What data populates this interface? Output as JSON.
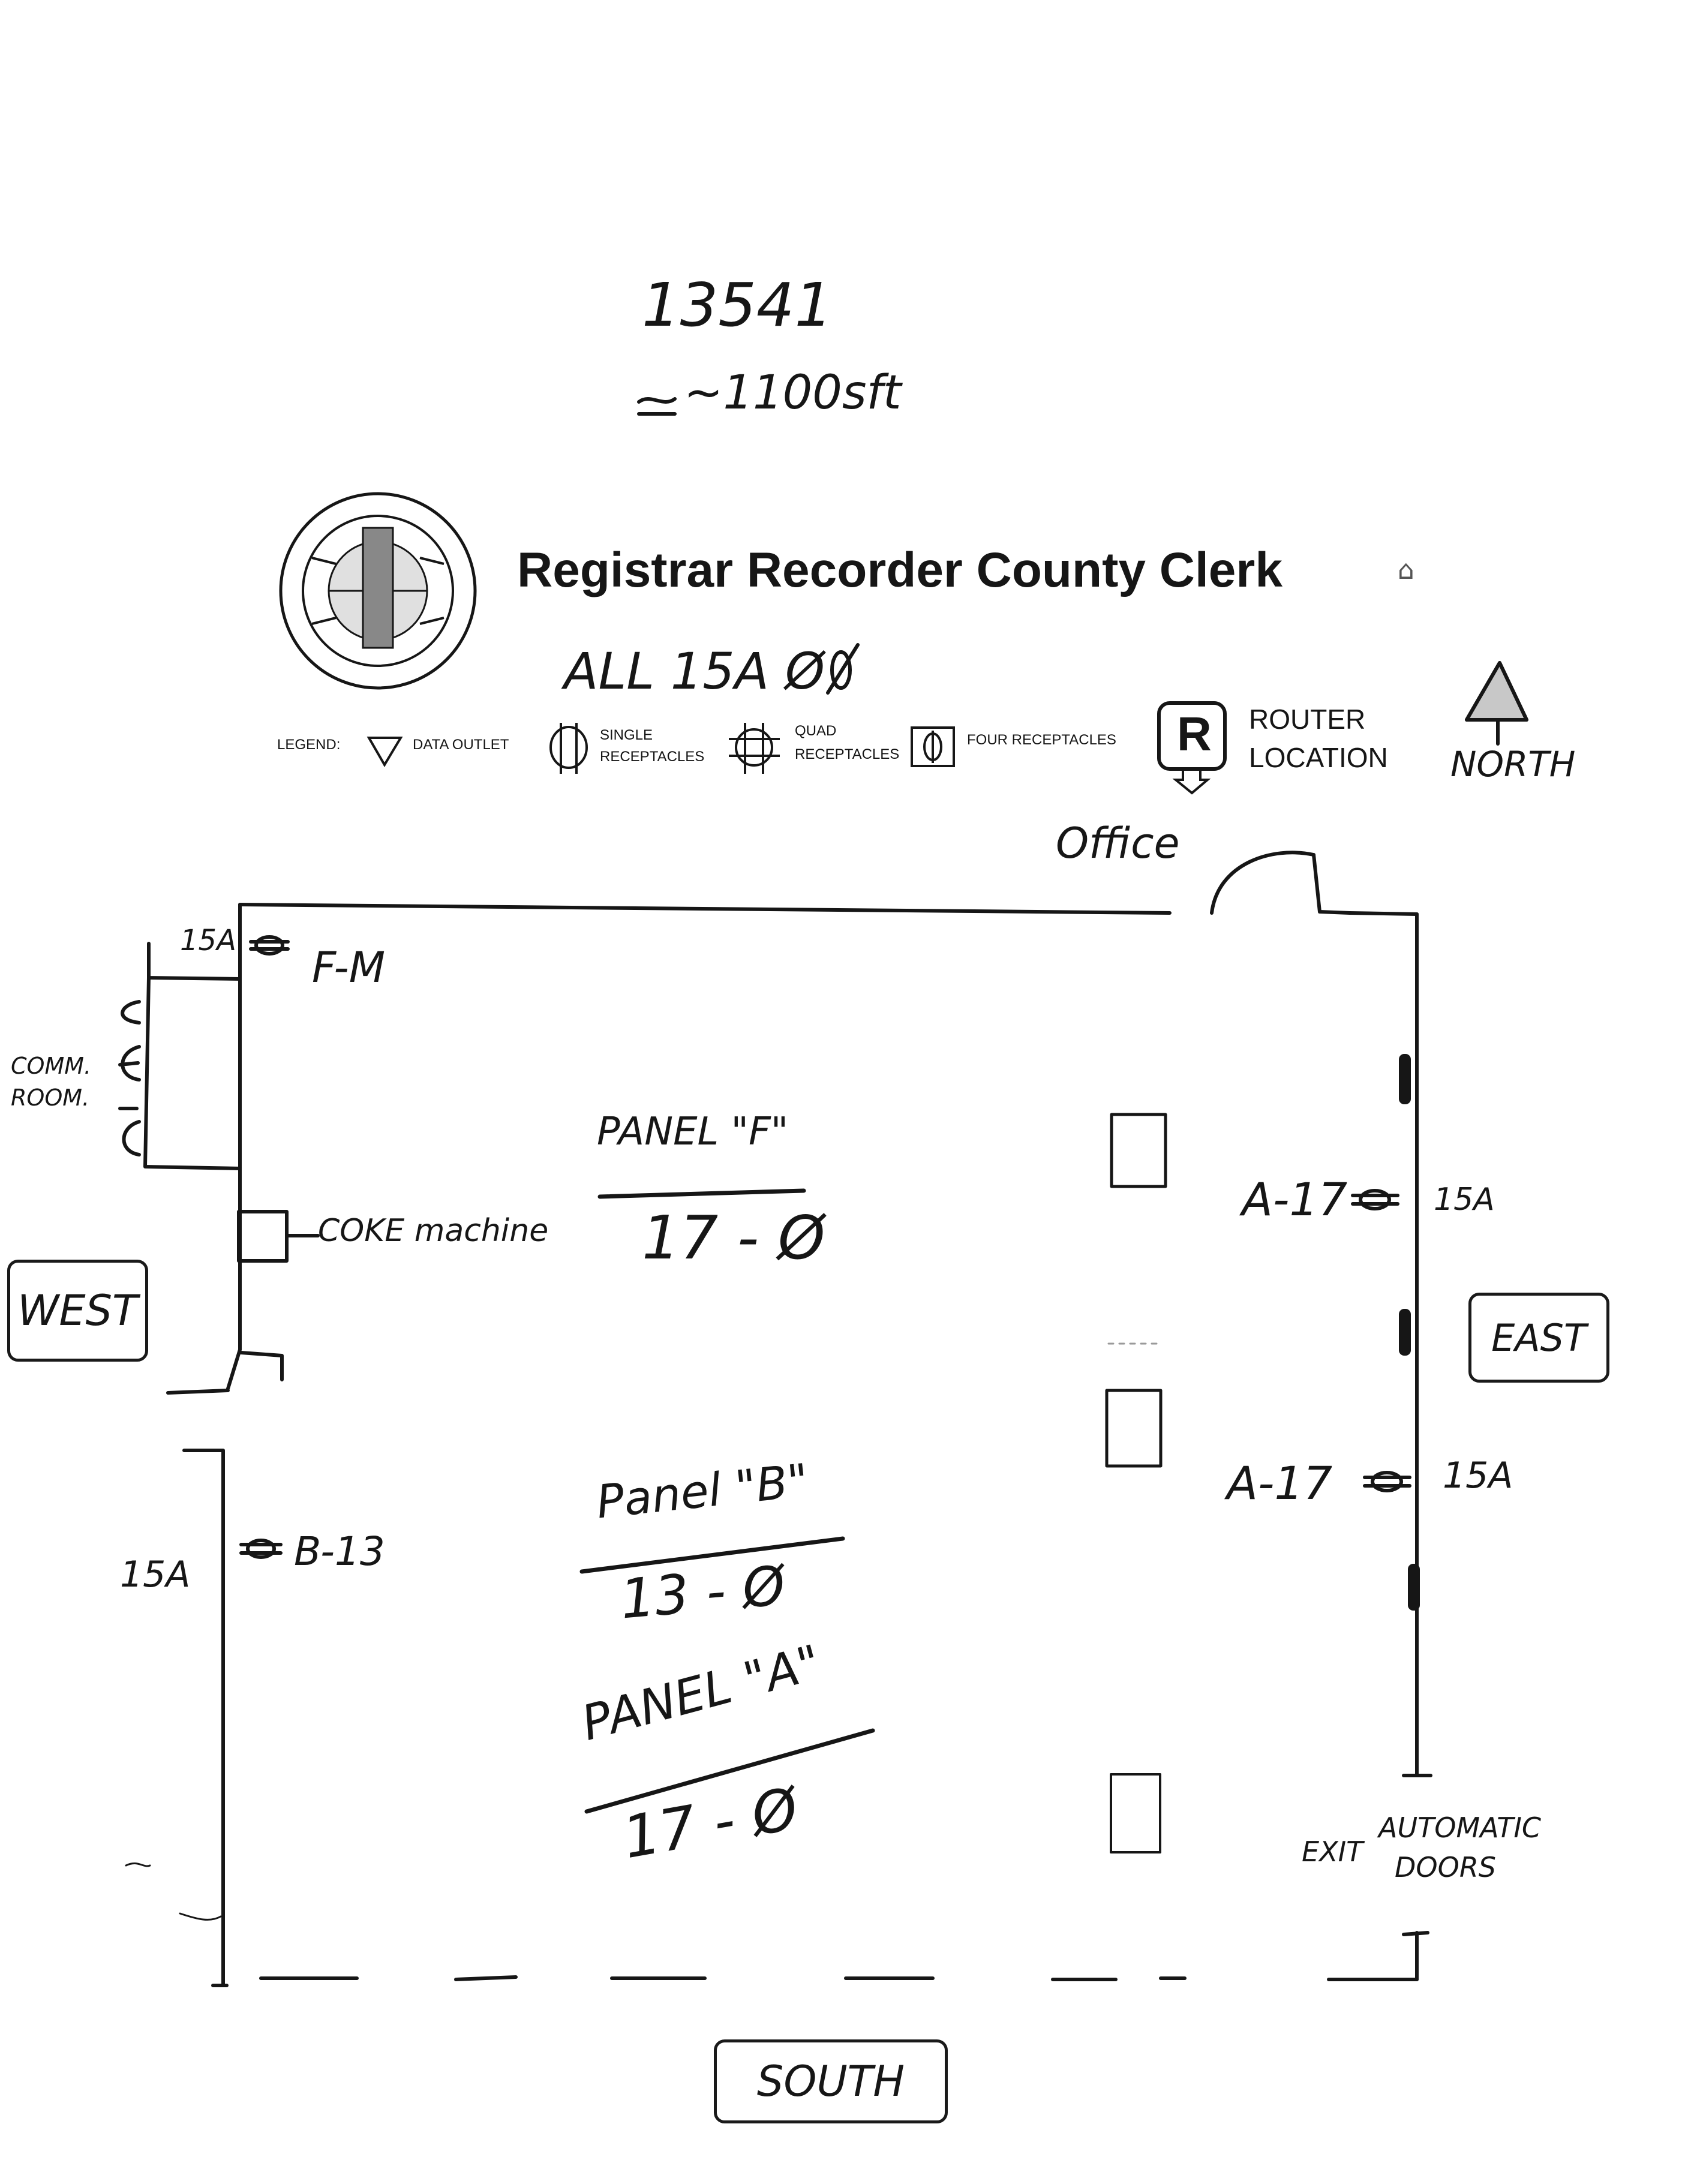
{
  "notes": {
    "number": "13541",
    "area": "~1100sft",
    "all_circuits": "ALL 15A Ø"
  },
  "header": {
    "title": "Registrar Recorder County Clerk"
  },
  "legend": {
    "label": "LEGEND:",
    "data_outlet": "DATA OUTLET",
    "single_receptacles_1": "SINGLE",
    "single_receptacles_2": "RECEPTACLES",
    "quad_receptacles_1": "QUAD",
    "quad_receptacles_2": "RECEPTACLES",
    "four_receptacles": "FOUR RECEPTACLES",
    "router_symbol": "R",
    "router_location_1": "ROUTER",
    "router_location_2": "LOCATION"
  },
  "compass": {
    "north": "NORTH",
    "south": "SOUTH",
    "east": "EAST",
    "west": "WEST"
  },
  "rooms": {
    "office": "Office",
    "comm_room_1": "COMM.",
    "comm_room_2": "ROOM.",
    "coke_machine": "COKE machine",
    "exit": "EXIT",
    "automatic_doors_1": "AUTOMATIC",
    "automatic_doors_2": "DOORS"
  },
  "circuits": {
    "nw_amp": "15A",
    "nw_circuit": "F-M",
    "east_upper_circuit": "A-17",
    "east_upper_amp": "15A",
    "east_lower_circuit": "A-17",
    "east_lower_amp": "15A",
    "west_lower_amp": "15A",
    "west_lower_circuit": "B-13"
  },
  "panels": [
    {
      "name": "PANEL \"F\"",
      "spec": "17 - Ø"
    },
    {
      "name": "Panel \"B\"",
      "spec": "13 - Ø"
    },
    {
      "name": "PANEL \"A\"",
      "spec": "17 - Ø"
    }
  ]
}
